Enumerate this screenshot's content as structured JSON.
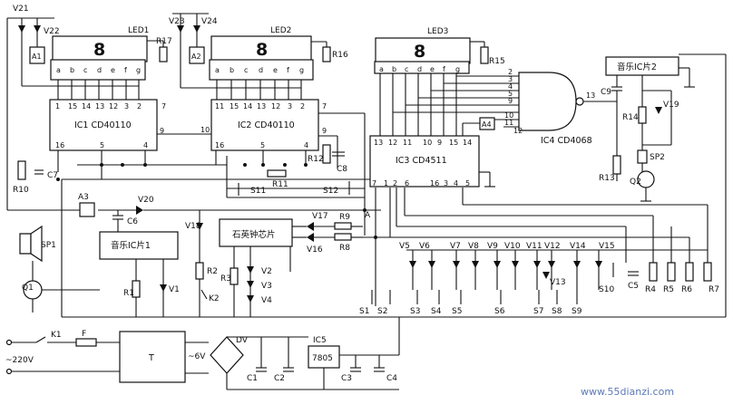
{
  "chips": {
    "ic1": "IC1  CD40110",
    "ic2": "IC2  CD40110",
    "ic3": "IC3   CD4511",
    "ic4": "IC4  CD4068",
    "ic5": "IC5",
    "ic5_part": "7805",
    "a4": "A4",
    "a1": "A1",
    "a2": "A2",
    "a3": "A3",
    "music1": "音乐IC片1",
    "music2": "音乐IC片2",
    "quartz": "石英钟芯片",
    "transformer": "T"
  },
  "displays": {
    "led1": "LED1",
    "led2": "LED2",
    "led3": "LED3",
    "digit": "8",
    "segments": [
      "a",
      "b",
      "c",
      "d",
      "e",
      "f",
      "g"
    ]
  },
  "pins": {
    "ic1_top": [
      "1",
      "15",
      "14",
      "13",
      "12",
      "3",
      "2"
    ],
    "ic1_bottom": [
      "16",
      "5",
      "4"
    ],
    "ic1_right": "9",
    "ic1_seven": "7",
    "ic2_top": [
      "11",
      "15",
      "14",
      "13",
      "12",
      "3",
      "2"
    ],
    "ic2_bottom": [
      "16",
      "5",
      "4"
    ],
    "ic2_left": "10",
    "ic2_seven": "7",
    "ic2_nine": "9",
    "ic3_top": [
      "13",
      "12",
      "11",
      "10",
      "9",
      "15",
      "14"
    ],
    "ic3_bottom": [
      "7",
      "1",
      "2",
      "6",
      "16",
      "3",
      "4",
      "5"
    ],
    "ic4_in": [
      "2",
      "3",
      "4",
      "5",
      "9",
      "10",
      "11",
      "12"
    ],
    "ic4_out": "13",
    "node_a": "A"
  },
  "components": {
    "transistors": [
      "V21",
      "V22",
      "V23",
      "V24",
      "V18",
      "V19",
      "V20",
      "V17",
      "V16"
    ],
    "diodes_row": [
      "V5",
      "V6",
      "V7",
      "V8",
      "V9",
      "V10",
      "V11",
      "V12",
      "V13",
      "V14",
      "V15"
    ],
    "resistors": [
      "R17",
      "R16",
      "R15",
      "R14",
      "R13",
      "R12",
      "R11",
      "R10",
      "R9",
      "R8",
      "R3",
      "R2",
      "R1",
      "R4",
      "R5",
      "R6",
      "R7"
    ],
    "caps": [
      "C9",
      "C8",
      "C7",
      "C6",
      "C5",
      "C1",
      "C2",
      "C3",
      "C4"
    ],
    "switches": [
      "S1",
      "S2",
      "S3",
      "S4",
      "S5",
      "S6",
      "S7",
      "S8",
      "S9",
      "S10",
      "S11",
      "S12"
    ],
    "quartz_diodes": [
      "V2",
      "V3",
      "V4"
    ],
    "others": [
      "SP1",
      "SP2",
      "Q1",
      "Q2",
      "K1",
      "K2",
      "F",
      "V1"
    ]
  },
  "power": {
    "mains": "~220V",
    "secondary": "~6V",
    "bridge": "DV"
  },
  "watermark": {
    "site": "www.55dianzi.com"
  }
}
